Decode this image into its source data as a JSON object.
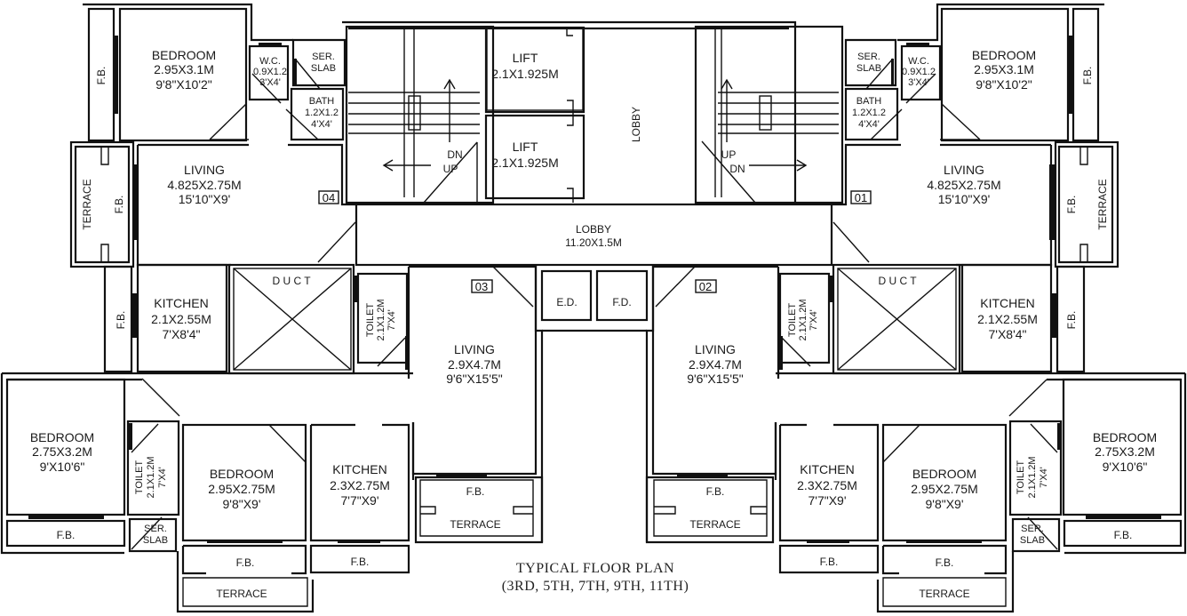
{
  "plan_title": {
    "line1": "TYPICAL FLOOR PLAN",
    "line2": "(3RD, 5TH, 7TH, 9TH, 11TH)"
  },
  "core": {
    "lift_1": {
      "name": "LIFT",
      "size": "2.1X1.925M"
    },
    "lift_2": {
      "name": "LIFT",
      "size": "2.1X1.925M"
    },
    "lobby_vertical": "LOBBY",
    "lobby_main": {
      "name": "LOBBY",
      "size": "11.20X1.5M"
    },
    "stair_left": {
      "up": "UP",
      "dn": "DN"
    },
    "stair_right": {
      "up": "UP",
      "dn": "DN"
    },
    "ed": "E.D.",
    "fd": "F.D.",
    "duct_left": "D U C T",
    "duct_right": "D U C T"
  },
  "units": {
    "u04": {
      "tag": "04",
      "bedroom": {
        "name": "BEDROOM",
        "metric": "2.95X3.1M",
        "imperial": "9'8\"X10'2\""
      },
      "wc": {
        "name": "W.C.",
        "metric": "0.9X1.2",
        "imperial": "3'X4'"
      },
      "ser_slab": {
        "l1": "SER.",
        "l2": "SLAB"
      },
      "bath": {
        "name": "BATH",
        "metric": "1.2X1.2",
        "imperial": "4'X4'"
      },
      "living": {
        "name": "LIVING",
        "metric": "4.825X2.75M",
        "imperial": "15'10\"X9'"
      },
      "kitchen": {
        "name": "KITCHEN",
        "metric": "2.1X2.55M",
        "imperial": "7'X8'4\""
      },
      "fb_bed": "F.B.",
      "fb_living": "F.B.",
      "fb_kitchen": "F.B.",
      "terrace": "TERRACE"
    },
    "u01": {
      "tag": "01",
      "bedroom": {
        "name": "BEDROOM",
        "metric": "2.95X3.1M",
        "imperial": "9'8\"X10'2\""
      },
      "wc": {
        "name": "W.C.",
        "metric": "0.9X1.2",
        "imperial": "3'X4'"
      },
      "ser_slab": {
        "l1": "SER.",
        "l2": "SLAB"
      },
      "bath": {
        "name": "BATH",
        "metric": "1.2X1.2",
        "imperial": "4'X4'"
      },
      "living": {
        "name": "LIVING",
        "metric": "4.825X2.75M",
        "imperial": "15'10\"X9'"
      },
      "kitchen": {
        "name": "KITCHEN",
        "metric": "2.1X2.55M",
        "imperial": "7'X8'4\""
      },
      "fb_bed": "F.B.",
      "fb_living": "F.B.",
      "fb_kitchen": "F.B.",
      "terrace": "TERRACE"
    },
    "u03": {
      "tag": "03",
      "toilet_top": {
        "name": "TOILET",
        "metric": "2.1X1.2M",
        "imperial": "7'X4'"
      },
      "living": {
        "name": "LIVING",
        "metric": "2.9X4.7M",
        "imperial": "9'6\"X15'5\""
      },
      "bedroom_a": {
        "name": "BEDROOM",
        "metric": "2.75X3.2M",
        "imperial": "9'X10'6\""
      },
      "toilet_b": {
        "name": "TOILET",
        "metric": "2.1X1.2M",
        "imperial": "7'X4'"
      },
      "ser_slab": {
        "l1": "SER.",
        "l2": "SLAB"
      },
      "bedroom_b": {
        "name": "BEDROOM",
        "metric": "2.95X2.75M",
        "imperial": "9'8\"X9'"
      },
      "kitchen": {
        "name": "KITCHEN",
        "metric": "2.3X2.75M",
        "imperial": "7'7\"X9'"
      },
      "fb_bed_a": "F.B.",
      "fb_bed_b": "F.B.",
      "fb_kitchen": "F.B.",
      "fb_living": "F.B.",
      "terrace_bed": "TERRACE",
      "terrace_living": "TERRACE"
    },
    "u02": {
      "tag": "02",
      "toilet_top": {
        "name": "TOILET",
        "metric": "2.1X1.2M",
        "imperial": "7'X4'"
      },
      "living": {
        "name": "LIVING",
        "metric": "2.9X4.7M",
        "imperial": "9'6\"X15'5\""
      },
      "bedroom_a": {
        "name": "BEDROOM",
        "metric": "2.75X3.2M",
        "imperial": "9'X10'6\""
      },
      "toilet_b": {
        "name": "TOILET",
        "metric": "2.1X1.2M",
        "imperial": "7'X4'"
      },
      "ser_slab": {
        "l1": "SER.",
        "l2": "SLAB"
      },
      "bedroom_b": {
        "name": "BEDROOM",
        "metric": "2.95X2.75M",
        "imperial": "9'8\"X9'"
      },
      "kitchen": {
        "name": "KITCHEN",
        "metric": "2.3X2.75M",
        "imperial": "7'7\"X9'"
      },
      "fb_bed_a": "F.B.",
      "fb_bed_b": "F.B.",
      "fb_kitchen": "F.B.",
      "fb_living": "F.B.",
      "terrace_bed": "TERRACE",
      "terrace_living": "TERRACE"
    }
  },
  "colors": {
    "line": "#111111",
    "background": "#ffffff"
  }
}
